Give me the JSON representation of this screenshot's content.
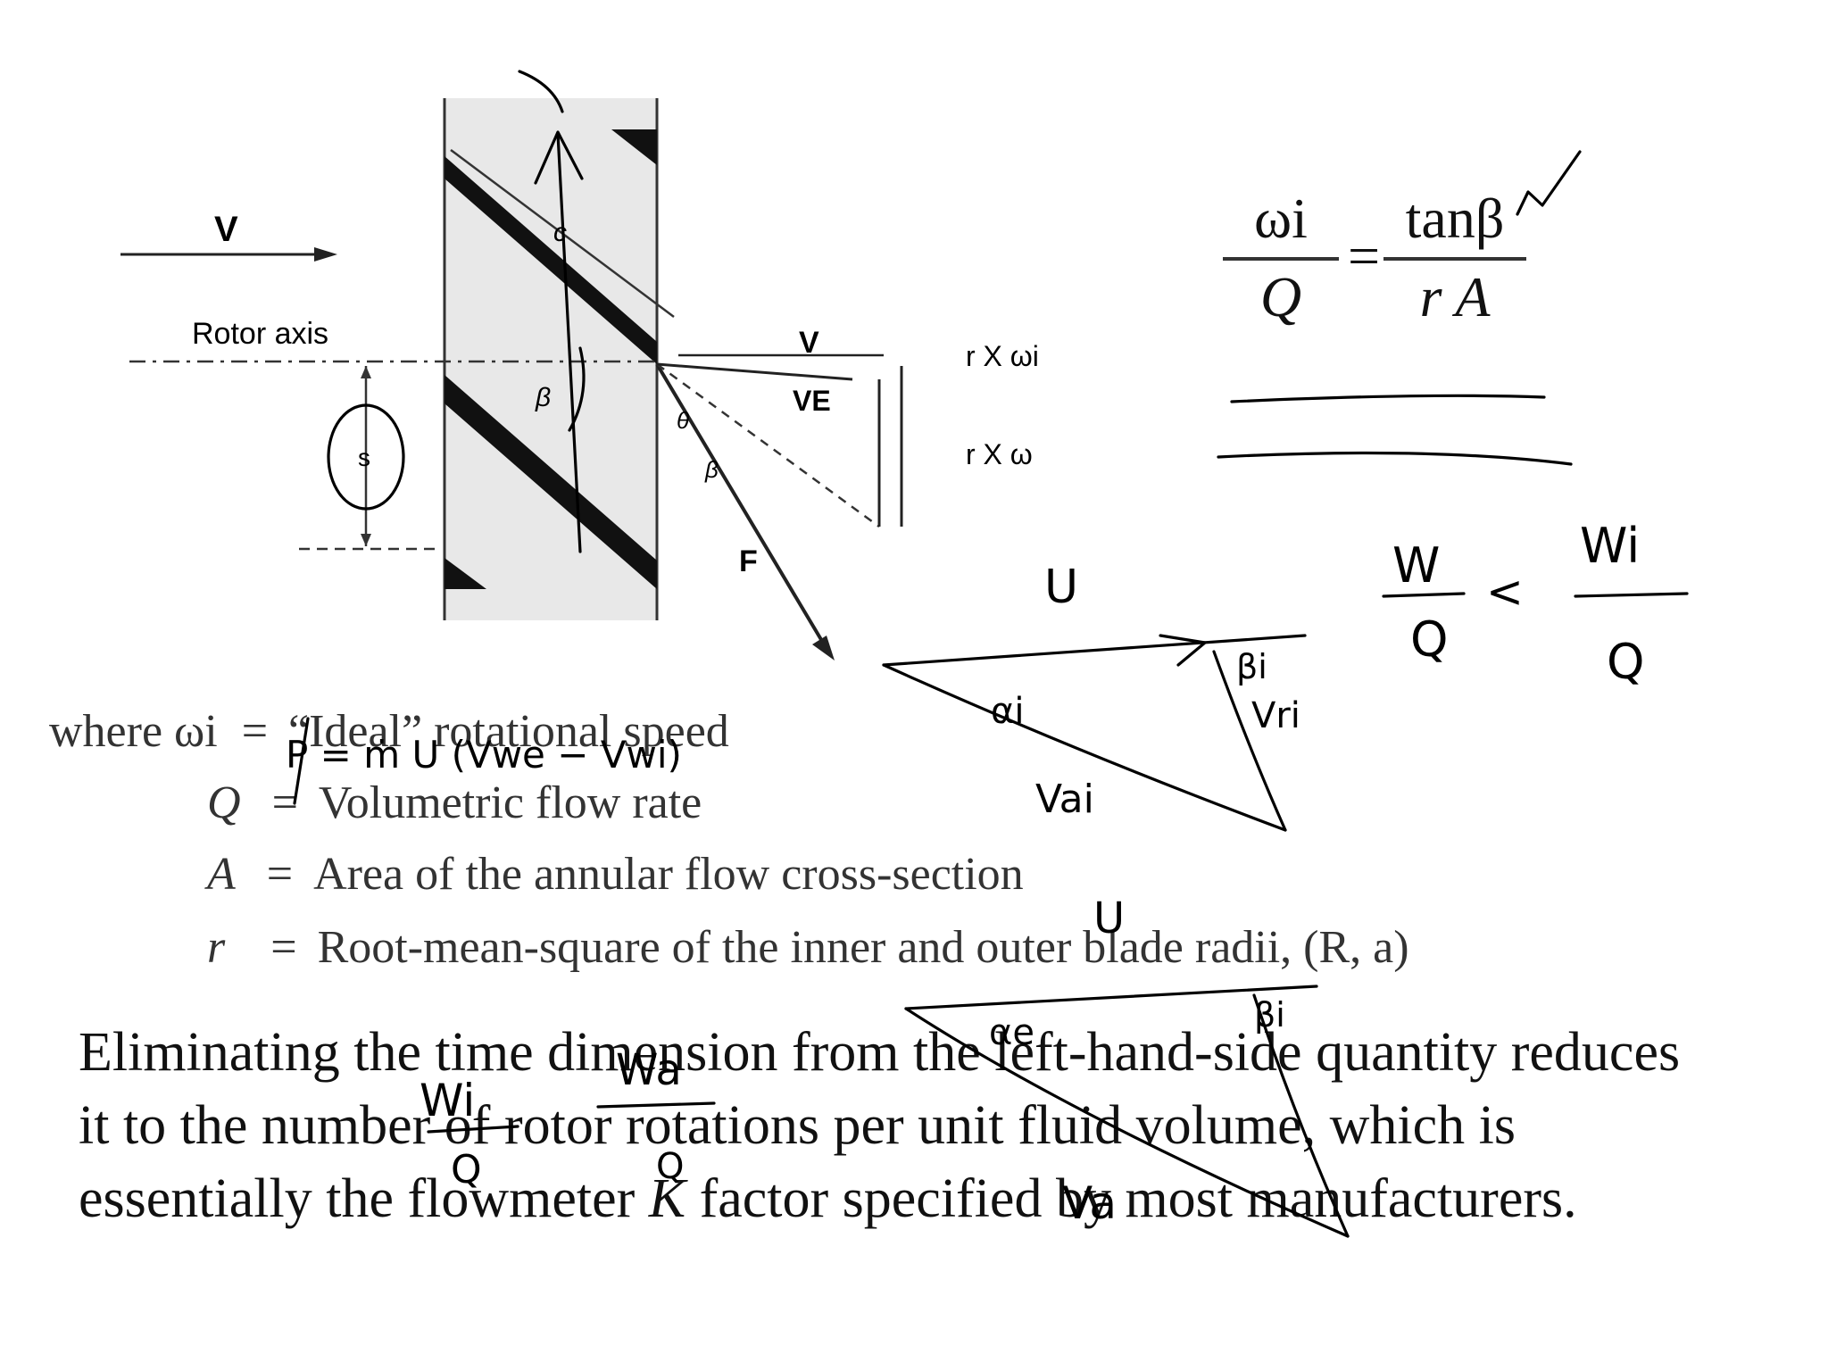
{
  "diagram": {
    "labels": {
      "v": "V",
      "rotor_axis": "Rotor axis",
      "c": "c",
      "beta": "β",
      "theta": "θ",
      "beta2": "β",
      "s": "s",
      "v_small": "V",
      "ve": "VE",
      "r_x_omega_i": "r X ωi",
      "r_x_omega": "r X ω",
      "f": "F"
    }
  },
  "equation": {
    "lhs_num": "ωi",
    "lhs_den": "Q",
    "equals": "=",
    "rhs_num": "tanβ",
    "rhs_den": "r A"
  },
  "definitions": [
    {
      "symbol": "where ωi",
      "eq": "=",
      "text": "“Ideal” rotational speed"
    },
    {
      "symbol": "Q",
      "eq": "=",
      "text": "Volumetric flow rate"
    },
    {
      "symbol": "A",
      "eq": "=",
      "text": "Area of the annular flow cross-section"
    },
    {
      "symbol": "r",
      "eq": "=",
      "text": "Root-mean-square of the inner and outer blade radii, (R, a)"
    }
  ],
  "paragraph": {
    "part1": "Eliminating the time dimension from the left-hand-side quantity reduces it to the number of rotor rotations per unit fluid volume, which is essentially the flowmeter ",
    "k": "K",
    "part2": " factor specified by most manufacturers."
  },
  "handwriting": {
    "u_top": "U",
    "alpha_i": "αi",
    "beta_i": "βi",
    "vr_i": "Vri",
    "va_i": "Vai",
    "p_eq": "P = ṁ U (Vwe − Vwi)",
    "w_over_q": "W/Q",
    "lt": "<",
    "wi_over_q": "Wi/Q",
    "u_bottom": "U",
    "alpha_e": "αe",
    "beta_e": "βi",
    "wi_low": "Wi",
    "wa_low": "Wa",
    "q_low1": "Q",
    "q_low2": "Q",
    "va_low": "Va"
  }
}
